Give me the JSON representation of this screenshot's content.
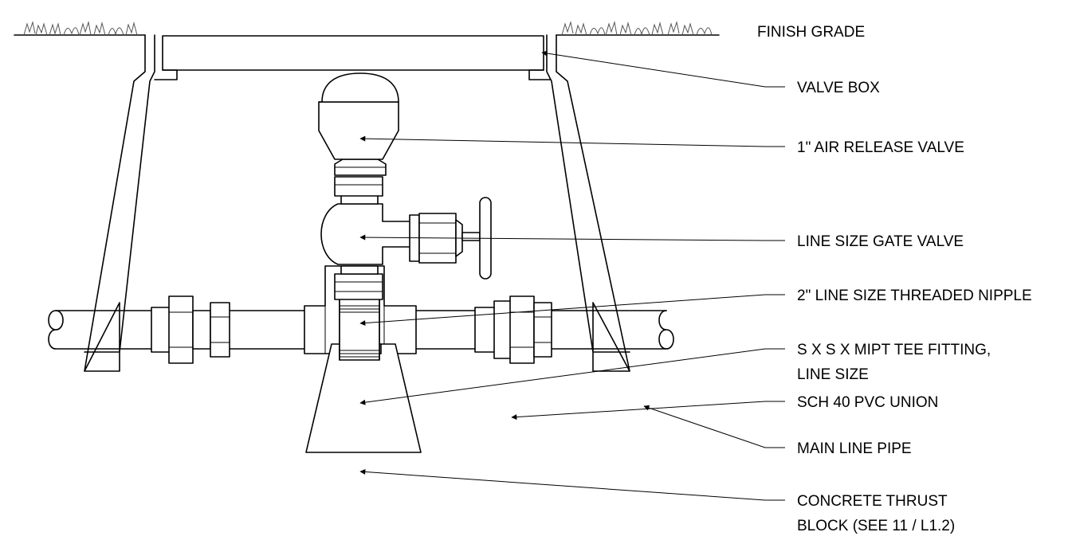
{
  "labels": {
    "finish_grade": "FINISH GRADE",
    "valve_box": "VALVE BOX",
    "air_release_valve": "1\" AIR RELEASE VALVE",
    "gate_valve": "LINE SIZE GATE VALVE",
    "threaded_nipple": "2\" LINE SIZE THREADED NIPPLE",
    "tee_fitting_line1": "S X S X MIPT TEE FITTING,",
    "tee_fitting_line2": "LINE SIZE",
    "pvc_union": "SCH 40 PVC UNION",
    "main_line_pipe": "MAIN LINE PIPE",
    "thrust_block_line1": "CONCRETE THRUST",
    "thrust_block_line2": "BLOCK (SEE 11 / L1.2)"
  }
}
